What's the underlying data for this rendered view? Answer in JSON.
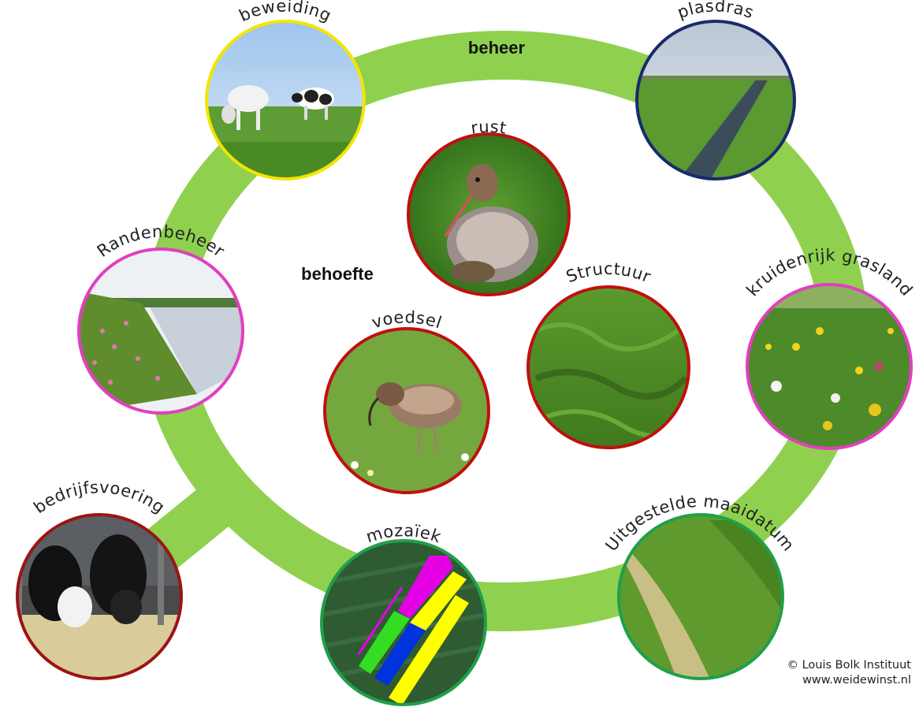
{
  "labels": {
    "beheer": "beheer",
    "behoefte": "behoefte"
  },
  "nodes": {
    "beweiding": "beweiding",
    "plasdras": "plasdras",
    "randenbeheer": "Randenbeheer",
    "kruidenrijk": "kruidenrijk grasland",
    "rust": "rust",
    "structuur": "Structuur",
    "voedsel": "voedsel",
    "bedrijfsvoering": "bedrijfsvoering",
    "mozaiek": "mozaïek",
    "maaidatum": "Uitgestelde maaidatum"
  },
  "colors": {
    "ring": "#8fd14f",
    "beheer_border_yellow": "#f2e600",
    "border_navy": "#1b2a6b",
    "border_pink": "#e040c0",
    "border_red": "#c01010",
    "border_green": "#1fa04a",
    "border_darkred": "#9c1414"
  },
  "credit": {
    "line1": "© Louis Bolk Instituut",
    "line2": "www.weidewinst.nl"
  }
}
